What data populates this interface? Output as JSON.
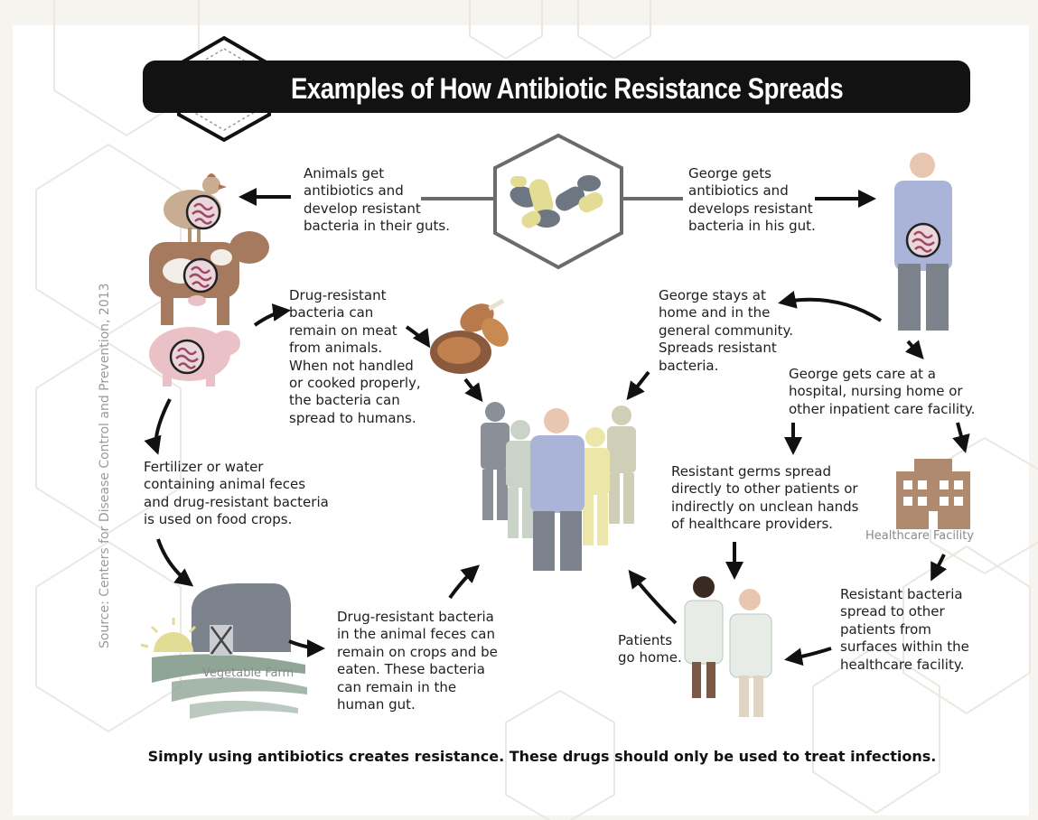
{
  "title": "Examples of How Antibiotic Resistance Spreads",
  "notes": {
    "animals_get_antibiotics": "Animals get\nantibiotics and\ndevelop resistant\nbacteria in their guts.",
    "george_gets_antibiotics": "George gets\nantibiotics and\ndevelops resistant\nbacteria in his gut.",
    "meat": "Drug-resistant\nbacteria can\nremain on meat\nfrom animals.\nWhen not handled\nor cooked properly,\nthe bacteria can\nspread to humans.",
    "george_stays_home": "George stays at\nhome and in the\ngeneral community.\nSpreads resistant\nbacteria.",
    "george_gets_care": "George gets care at a\nhospital, nursing home or\nother inpatient care facility.",
    "fertilizer": "Fertilizer or water\ncontaining animal feces\nand drug-resistant bacteria\nis used on food crops.",
    "resistant_germs_spread": "Resistant germs spread\ndirectly to other patients or\nindirectly on unclean hands\nof healthcare providers.",
    "crops": "Drug-resistant bacteria\nin the animal feces can\nremain on crops and be\neaten. These bacteria\ncan remain in the\nhuman gut.",
    "patients_go_home": "Patients\ngo home.",
    "surfaces": "Resistant bacteria\nspread to other\npatients from\nsurfaces within the\nhealthcare facility."
  },
  "labels": {
    "healthcare_facility": "Healthcare Facility",
    "vegetable_farm": "Vegetable Farm"
  },
  "source": "Source: Centers for Disease Control and Prevention, 2013",
  "footer": "Simply using antibiotics creates resistance.  These drugs should only be used to treat infections.",
  "colors": {
    "title_bar": "#121212",
    "pill_yellow": "#e3dc94",
    "pill_gray": "#6e7681",
    "shirt_blue": "#a9b4d8",
    "pants_gray": "#7d838d",
    "cow_brown": "#a57a5e",
    "pig_pink": "#ebc1c8",
    "building_brown": "#b08a6f",
    "farm_green": "#8fa596"
  },
  "icons": [
    "pill-capsule-icon",
    "pill-cluster-icon",
    "chicken-icon",
    "cow-icon",
    "pig-icon",
    "meat-drumstick-icon",
    "hospital-building-icon",
    "barn-icon",
    "sun-icon",
    "gut-bacteria-icon"
  ]
}
